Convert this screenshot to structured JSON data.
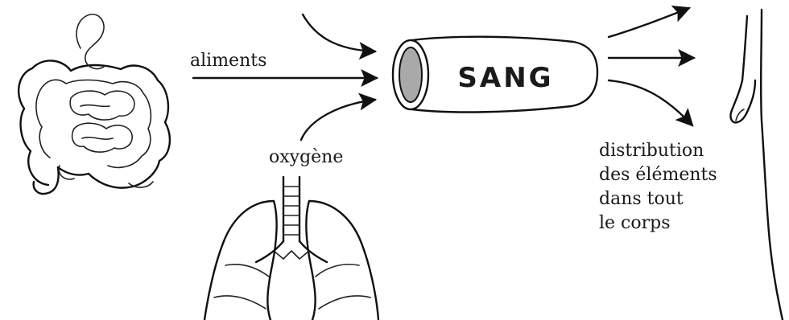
{
  "labels": {
    "aliments": "aliments",
    "oxygene": "oxygène",
    "sang": "SANG",
    "distribution": [
      "distribution",
      "des éléments",
      "dans tout",
      "le corps"
    ]
  },
  "icons": [
    "intestines-illustration",
    "lungs-illustration",
    "blood-vessel-illustration",
    "human-body-illustration"
  ]
}
